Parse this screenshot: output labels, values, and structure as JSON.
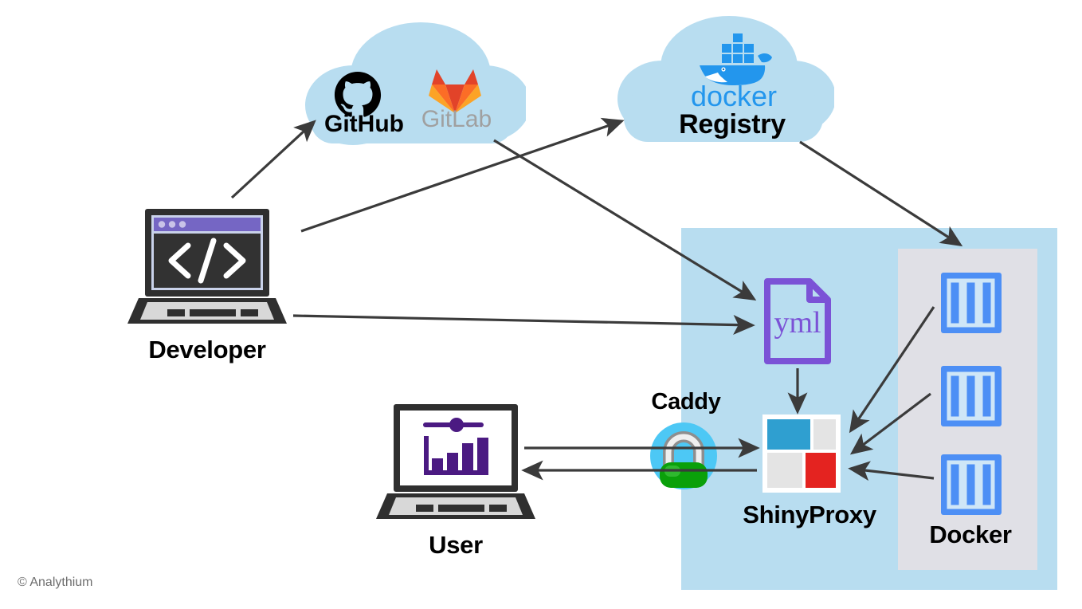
{
  "diagram": {
    "title": "ShinyProxy deployment architecture",
    "credit": "© Analythium",
    "colors": {
      "cloud_fill": "#b8ddf0",
      "server_panel": "#b8ddf0",
      "docker_panel": "#e0e0e6",
      "arrow": "#3b3b3b",
      "yml_purple": "#7b52d6",
      "laptop_dark": "#2f2f2f",
      "laptop_body": "#d8d8d8",
      "dev_titlebar_purple": "#7566c4",
      "chart_purple": "#4b1a82",
      "container_blue": "#4d8ff5",
      "shiny_blue": "#2f9fd0",
      "shiny_red": "#e42320",
      "shiny_gray": "#e4e4e4",
      "lock_circle": "#4dc8f5",
      "lock_body_green": "#0aa00a",
      "lock_shackle": "#c6c6c6",
      "docker_whale_blue": "#2396ed",
      "gitlab_orange": "#e24329",
      "gitlab_amber": "#fc6d26",
      "gitlab_yellow": "#fca326",
      "gitlab_text_gray": "#a0a0a0",
      "github_black": "#000000",
      "copyright_gray": "#6d6d6d"
    },
    "nodes": [
      {
        "id": "git-cloud",
        "label": "",
        "type": "cloud",
        "icons": [
          "github-icon",
          "gitlab-icon"
        ]
      },
      {
        "id": "registry-cloud",
        "label": "Registry",
        "type": "cloud",
        "icons": [
          "docker-whale-icon"
        ],
        "sublabel": "docker"
      },
      {
        "id": "developer",
        "label": "Developer",
        "type": "laptop",
        "icons": [
          "code-icon"
        ]
      },
      {
        "id": "user",
        "label": "User",
        "type": "laptop",
        "icons": [
          "barchart-icon",
          "slider-icon"
        ]
      },
      {
        "id": "yml",
        "label": "yml",
        "type": "file",
        "icons": [
          "file-icon"
        ]
      },
      {
        "id": "caddy",
        "label": "Caddy",
        "type": "lock",
        "icons": [
          "padlock-icon"
        ]
      },
      {
        "id": "shinyproxy",
        "label": "ShinyProxy",
        "type": "logo",
        "icons": [
          "shinyproxy-logo-icon"
        ]
      },
      {
        "id": "docker-host",
        "label": "Docker",
        "type": "panel",
        "icons": [
          "container-icon",
          "container-icon",
          "container-icon"
        ]
      }
    ],
    "labels": {
      "github": "GitHub",
      "gitlab": "GitLab",
      "docker_word": "docker",
      "registry": "Registry",
      "developer": "Developer",
      "user": "User",
      "yml": "yml",
      "caddy": "Caddy",
      "shinyproxy": "ShinyProxy",
      "docker": "Docker",
      "copyright": "© Analythium"
    },
    "edges": [
      {
        "from": "developer",
        "to": "git-cloud",
        "direction": "one-way"
      },
      {
        "from": "developer",
        "to": "registry-cloud",
        "direction": "one-way"
      },
      {
        "from": "git-cloud",
        "to": "yml",
        "direction": "one-way"
      },
      {
        "from": "developer",
        "to": "yml",
        "direction": "one-way"
      },
      {
        "from": "registry-cloud",
        "to": "docker-host",
        "direction": "one-way"
      },
      {
        "from": "yml",
        "to": "shinyproxy",
        "direction": "one-way"
      },
      {
        "from": "user",
        "to": "caddy",
        "direction": "one-way"
      },
      {
        "from": "caddy",
        "to": "shinyproxy",
        "direction": "one-way"
      },
      {
        "from": "shinyproxy",
        "to": "user",
        "direction": "one-way"
      },
      {
        "from": "container-1",
        "to": "shinyproxy",
        "direction": "one-way"
      },
      {
        "from": "container-2",
        "to": "shinyproxy",
        "direction": "one-way"
      },
      {
        "from": "container-3",
        "to": "shinyproxy",
        "direction": "one-way"
      }
    ]
  }
}
